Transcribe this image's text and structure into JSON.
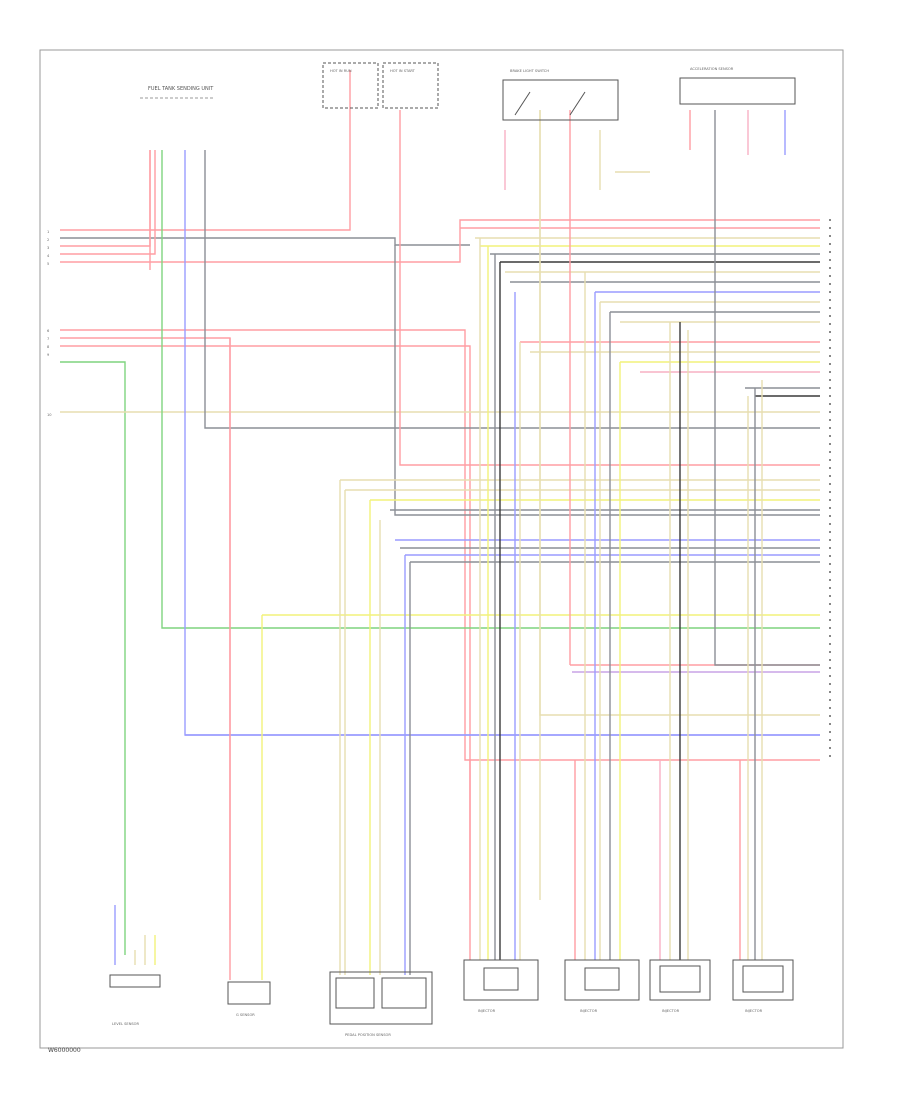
{
  "page_code": "W6000000",
  "colors": {
    "red": "#ff9da3",
    "pink": "#f7b0c4",
    "gray": "#8c8f96",
    "blue": "#9a9cff",
    "green": "#7fd47f",
    "yellow": "#f2f27a",
    "tan": "#e7deb0",
    "violet": "#c9a4e6",
    "black": "#3a3a3a",
    "frame": "#9a9a9a"
  },
  "components": {
    "fuel_tank_sender": "FUEL TANK SENDING UNIT",
    "hot_in_run": "HOT IN RUN",
    "hot_in_start": "HOT IN START",
    "brake_switch": "BRAKE LIGHT SWITCH",
    "acceleration_sensor": "ACCELERATION SENSOR",
    "level_sensor": "LEVEL SENSOR",
    "g_sensor": "G SENSOR",
    "pedal_position_sensor": "PEDAL POSITION SENSOR",
    "injector_1": "INJECTOR",
    "injector_2": "INJECTOR",
    "injector_3": "INJECTOR",
    "injector_4": "INJECTOR"
  },
  "connectors": {
    "left_upper": [
      "1",
      "2",
      "3",
      "4",
      "5"
    ],
    "left_middle": [
      "6",
      "7",
      "8",
      "9"
    ],
    "left_lower": "10"
  }
}
